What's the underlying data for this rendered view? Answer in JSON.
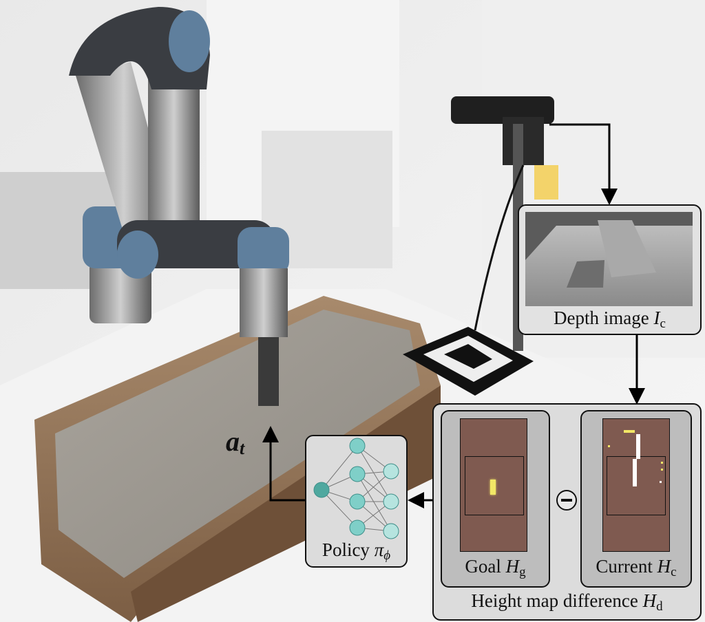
{
  "depth_box": {
    "label": "Depth image",
    "symbol": "I",
    "subscript": "c"
  },
  "height_map": {
    "label": "Height map difference",
    "symbol": "H",
    "subscript": "d",
    "goal": {
      "label": "Goal",
      "symbol": "H",
      "subscript": "g"
    },
    "current": {
      "label": "Current",
      "symbol": "H",
      "subscript": "c"
    },
    "operator": "minus"
  },
  "policy": {
    "label": "Policy",
    "symbol": "π",
    "subscript": "ϕ"
  },
  "action": {
    "symbol": "a",
    "subscript": "t"
  },
  "colors": {
    "heightmap_bg": "#7f5a50",
    "goal_mark": "#f2e766",
    "node_fill": "#6cc4be",
    "box_bg": "#dcdcdc"
  }
}
